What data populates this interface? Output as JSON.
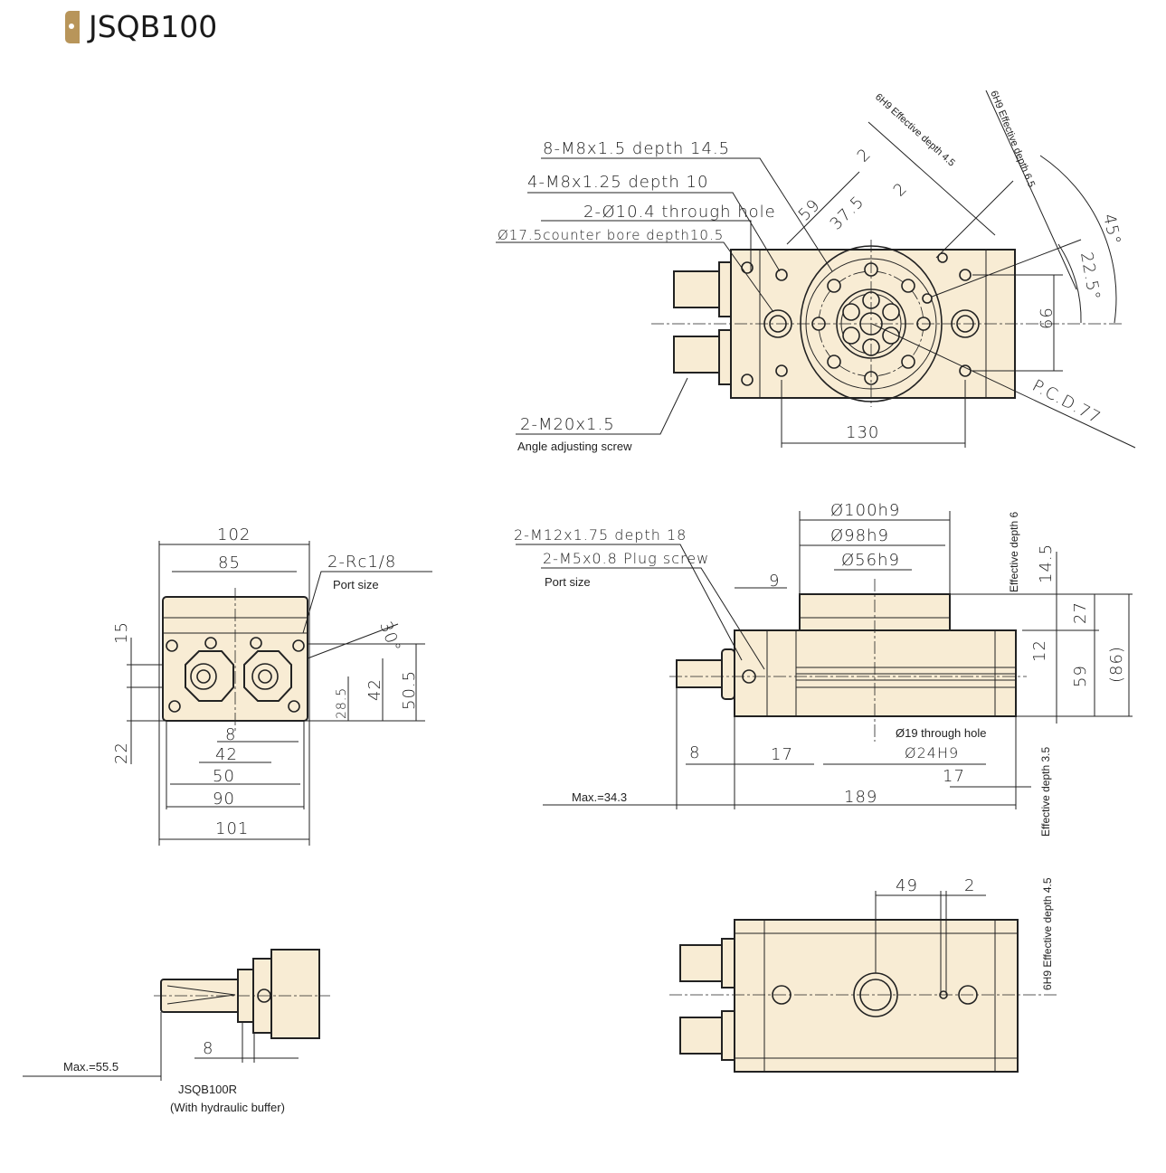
{
  "title": "JSQB100",
  "colors": {
    "accent": "#b8955a",
    "body_fill": "#f8ecd4",
    "line": "#222222"
  },
  "top_view": {
    "l1": "8-M8x1.5 depth 14.5",
    "l2": "4-M8x1.25 depth 10",
    "l3": "2-Ø10.4 through hole",
    "l4": "Ø17.5counter bore depth10.5",
    "screw": "2-M20x1.5",
    "screw_note": "Angle adjusting screw",
    "w130": "130",
    "h99": "99",
    "pcd": "P.C.D.77",
    "d59": "59",
    "d37": "37.5",
    "d2a": "2",
    "d2b": "2",
    "pin1": "6H9 Effective depth 4.5",
    "pin2": "6H9 Effective depth 6.5",
    "a45": "45°",
    "a22": "22.5°"
  },
  "front_view": {
    "d100": "Ø100h9",
    "d98": "Ø98h9",
    "d56": "Ø56h9",
    "l1": "2-M12x1.75 depth 18",
    "l2": "2-M5x0.8 Plug screw",
    "port": "Port size",
    "d9": "9",
    "eff6": "Effective depth 6",
    "h145": "14.5",
    "h27": "27",
    "h12": "12",
    "h59": "59",
    "h86": "(86)",
    "hole19": "Ø19 through hole",
    "d24": "Ø24H9",
    "d8": "8",
    "d17a": "17",
    "d17b": "17",
    "w189": "189",
    "max": "Max.=34.3",
    "eff35": "Effective depth 3.5"
  },
  "side_view": {
    "w102": "102",
    "w85": "85",
    "port": "2-Rc1/8",
    "port_note": "Port size",
    "h15": "15",
    "a30": "30°",
    "h285": "28.5",
    "h42": "42",
    "h505": "50.5",
    "d8": "8",
    "d42": "42",
    "w50": "50",
    "w90": "90",
    "w101": "101",
    "h22": "22"
  },
  "buffer_view": {
    "d8": "8",
    "max": "Max.=55.5",
    "model": "JSQB100R",
    "note": "(With hydraulic buffer)"
  },
  "bottom_view": {
    "d49": "49",
    "d2": "2",
    "pin": "6H9 Effective depth 4.5"
  }
}
